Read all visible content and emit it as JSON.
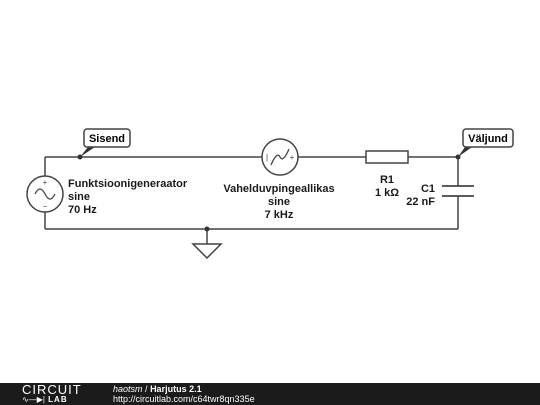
{
  "flags": {
    "input": "Sisend",
    "output": "Väljund"
  },
  "components": {
    "source1": {
      "name": "Funktsioonigeneraator",
      "wave": "sine",
      "freq": "70 Hz"
    },
    "source2": {
      "name": "Vahelduvpingeallikas",
      "wave": "sine",
      "freq": "7 kHz"
    },
    "resistor": {
      "ref": "R1",
      "value": "1 kΩ"
    },
    "capacitor": {
      "ref": "C1",
      "value": "22 nF"
    }
  },
  "footer": {
    "logo_top": "CIRCUIT",
    "logo_bottom": "LAB",
    "author": "haotsm",
    "separator": "/",
    "title": "Harjutus 2.1",
    "url": "http://circuitlab.com/c64twr8qn335e"
  },
  "colors": {
    "wire": "#444444",
    "footer_bg": "#1b1b1b",
    "text": "#1a1a1a"
  },
  "icons": [
    "ac-source-icon",
    "ground-icon",
    "resistor-icon",
    "capacitor-icon"
  ]
}
